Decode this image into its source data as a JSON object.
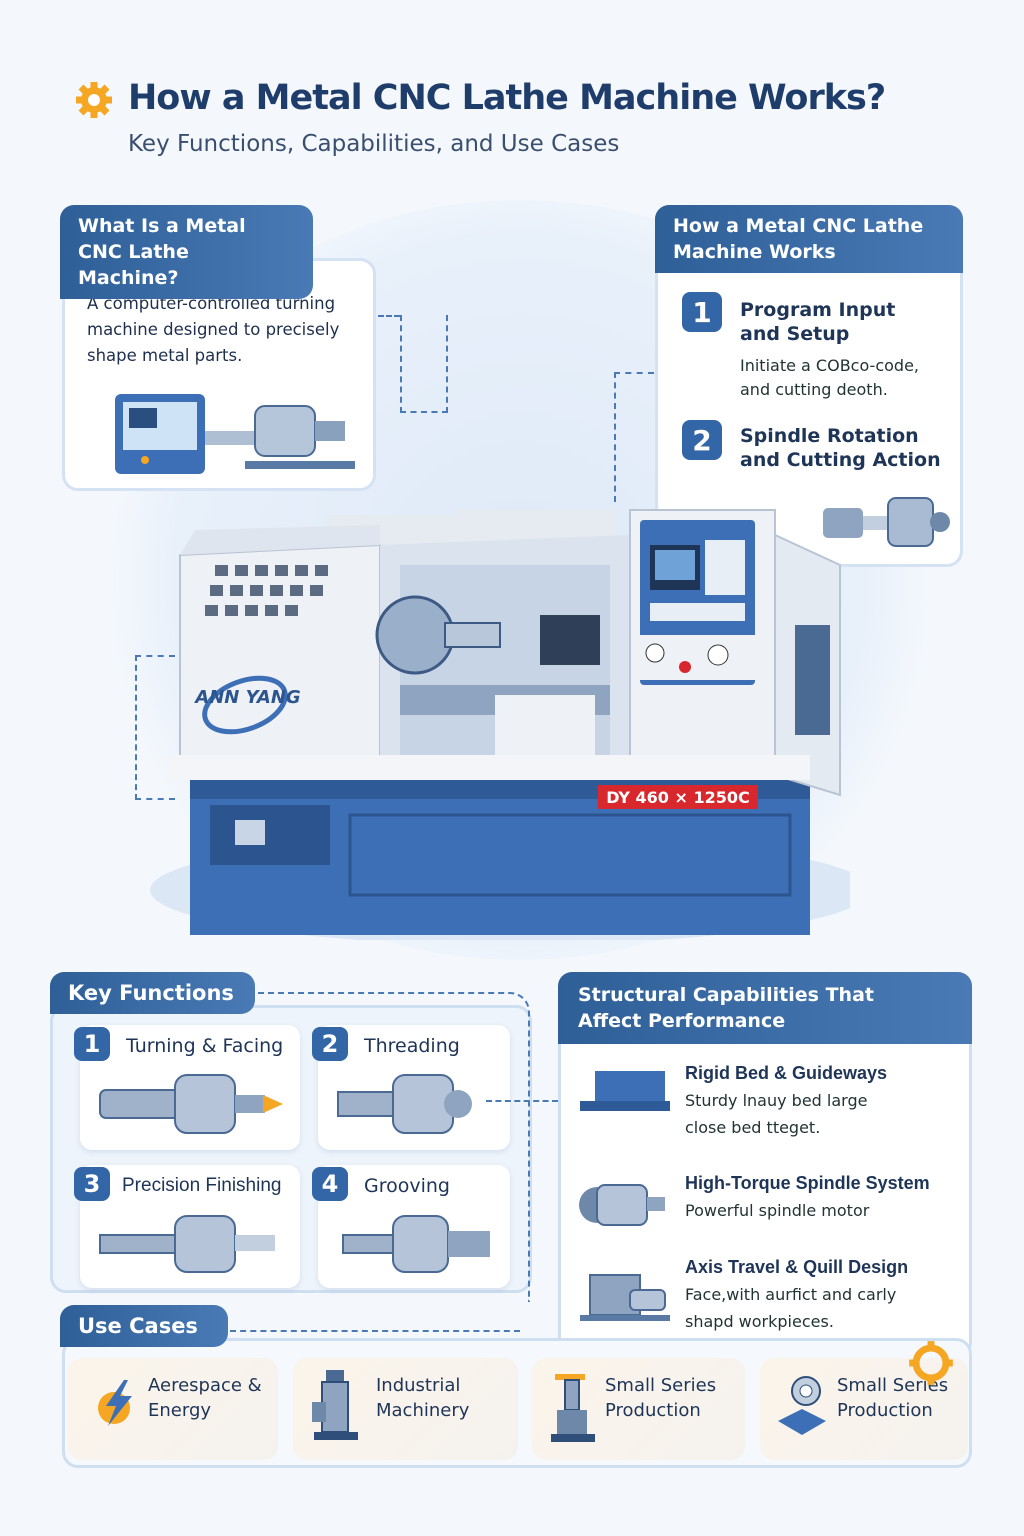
{
  "header": {
    "title": "How a Metal CNC Lathe Machine Works?",
    "subtitle": "Key Functions, Capabilities, and Use Cases",
    "icon": "gear-icon"
  },
  "what_is": {
    "title": "What Is a Metal CNC Lathe Machine?",
    "description": "A computer-controlled turning machine designed to precisely shape metal parts."
  },
  "how_works": {
    "title": "How a Metal CNC Lathe Machine Works",
    "steps": [
      {
        "num": "1",
        "title": "Program Input and Setup",
        "desc": "Initiate a COBco-code, and cutting deoth."
      },
      {
        "num": "2",
        "title": "Spindle Rotation and Cutting Action",
        "desc": ""
      }
    ]
  },
  "machine": {
    "brand": "ANN YANG",
    "model": "DY 460 × 1250C",
    "colors": {
      "base": "#3d6fb6",
      "body": "#eef1f5",
      "label": "#d8282e"
    }
  },
  "key_functions": {
    "title": "Key Functions",
    "items": [
      {
        "num": "1",
        "label": "Turning & Facing"
      },
      {
        "num": "2",
        "label": "Threading"
      },
      {
        "num": "3",
        "label": "Precision Finishing"
      },
      {
        "num": "4",
        "label": "Grooving"
      }
    ]
  },
  "structural": {
    "title": "Structural Capabilities That Affect Performance",
    "items": [
      {
        "title": "Rigid Bed & Guideways",
        "desc": "Sturdy lnauy bed large close bed tteget."
      },
      {
        "title": "High-Torque Spindle System",
        "desc": "Powerful spindle motor"
      },
      {
        "title": "Axis Travel & Quill Design",
        "desc": "Face,with aurfict and carly shapd workpieces."
      }
    ]
  },
  "use_cases": {
    "title": "Use Cases",
    "items": [
      {
        "label": "Aerespace & Energy",
        "icon": "lightning-icon"
      },
      {
        "label": "Industrial Machinery",
        "icon": "machine-icon"
      },
      {
        "label": "Small Series Production",
        "icon": "drill-icon"
      },
      {
        "label": "Small Series Production",
        "icon": "part-icon"
      }
    ]
  },
  "colors": {
    "primary": "#2f5f97",
    "accent": "#f5a623",
    "background": "#f4f8fd"
  }
}
